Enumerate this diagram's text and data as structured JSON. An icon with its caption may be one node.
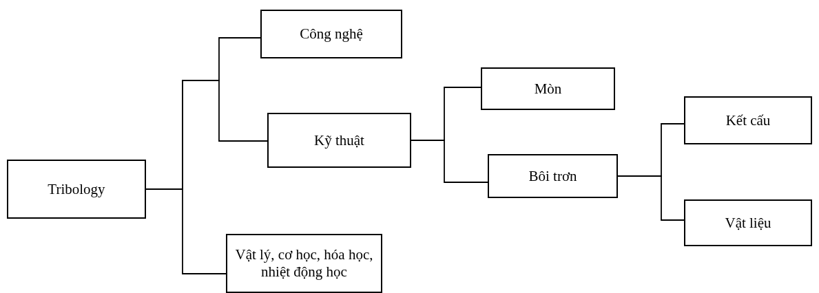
{
  "diagram": {
    "nodes": [
      {
        "text": [
          "Tribology"
        ]
      },
      {
        "text": [
          "Công nghệ"
        ]
      },
      {
        "text": [
          "Kỹ thuật"
        ]
      },
      {
        "text": [
          "Vật lý, cơ học,  hóa học, nhiệt động học"
        ]
      },
      {
        "text": [
          "Mòn"
        ]
      },
      {
        "text": [
          "Bôi trơn"
        ]
      },
      {
        "text": [
          "Kết cấu"
        ]
      },
      {
        "text": [
          "Vật liệu"
        ]
      }
    ],
    "edges": [
      {
        "from": 0,
        "to": 1,
        "arrow": "none"
      },
      {
        "from": 0,
        "to": 2,
        "arrow": "none"
      },
      {
        "from": 0,
        "to": 3,
        "arrow": "none"
      },
      {
        "from": 2,
        "to": 4,
        "arrow": "none"
      },
      {
        "from": 2,
        "to": 5,
        "arrow": "none"
      },
      {
        "from": 5,
        "to": 6,
        "arrow": "none"
      },
      {
        "from": 5,
        "to": 7,
        "arrow": "none"
      }
    ]
  }
}
